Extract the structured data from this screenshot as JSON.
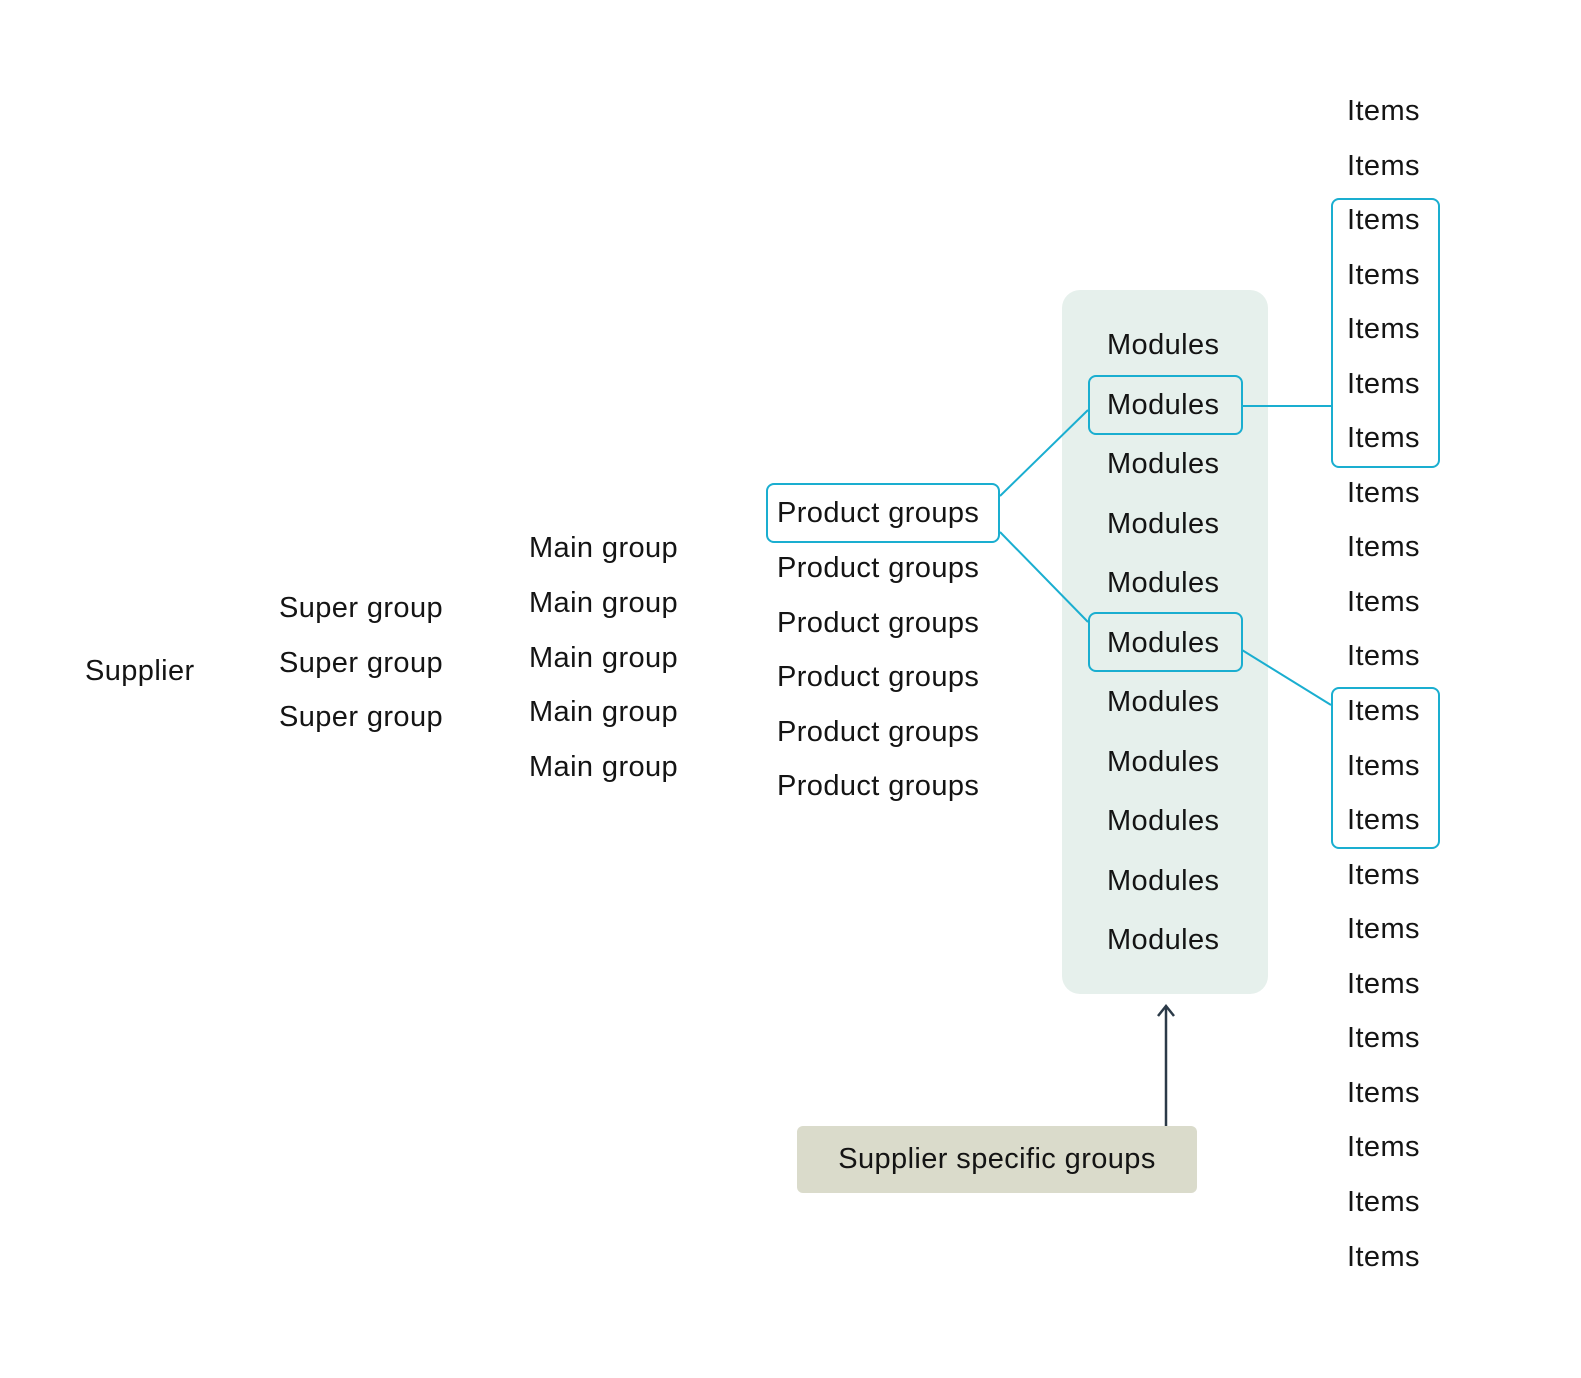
{
  "diagram": {
    "supplier": "Supplier",
    "super_groups": [
      "Super group",
      "Super group",
      "Super group"
    ],
    "main_groups": [
      "Main group",
      "Main group",
      "Main group",
      "Main group",
      "Main group"
    ],
    "product_groups": [
      "Product groups",
      "Product groups",
      "Product groups",
      "Product groups",
      "Product groups",
      "Product groups"
    ],
    "modules": [
      "Modules",
      "Modules",
      "Modules",
      "Modules",
      "Modules",
      "Modules",
      "Modules",
      "Modules",
      "Modules",
      "Modules",
      "Modules"
    ],
    "items": [
      "Items",
      "Items",
      "Items",
      "Items",
      "Items",
      "Items",
      "Items",
      "Items",
      "Items",
      "Items",
      "Items",
      "Items",
      "Items",
      "Items",
      "Items",
      "Items",
      "Items",
      "Items",
      "Items",
      "Items",
      "Items",
      "Items"
    ],
    "annotation": "Supplier specific groups"
  },
  "colors": {
    "highlight": "#1aaed0",
    "modules_panel": "#e6f0ec",
    "annotation_fill": "#dadbcb",
    "arrow": "#2b3a48",
    "text": "#141414"
  }
}
